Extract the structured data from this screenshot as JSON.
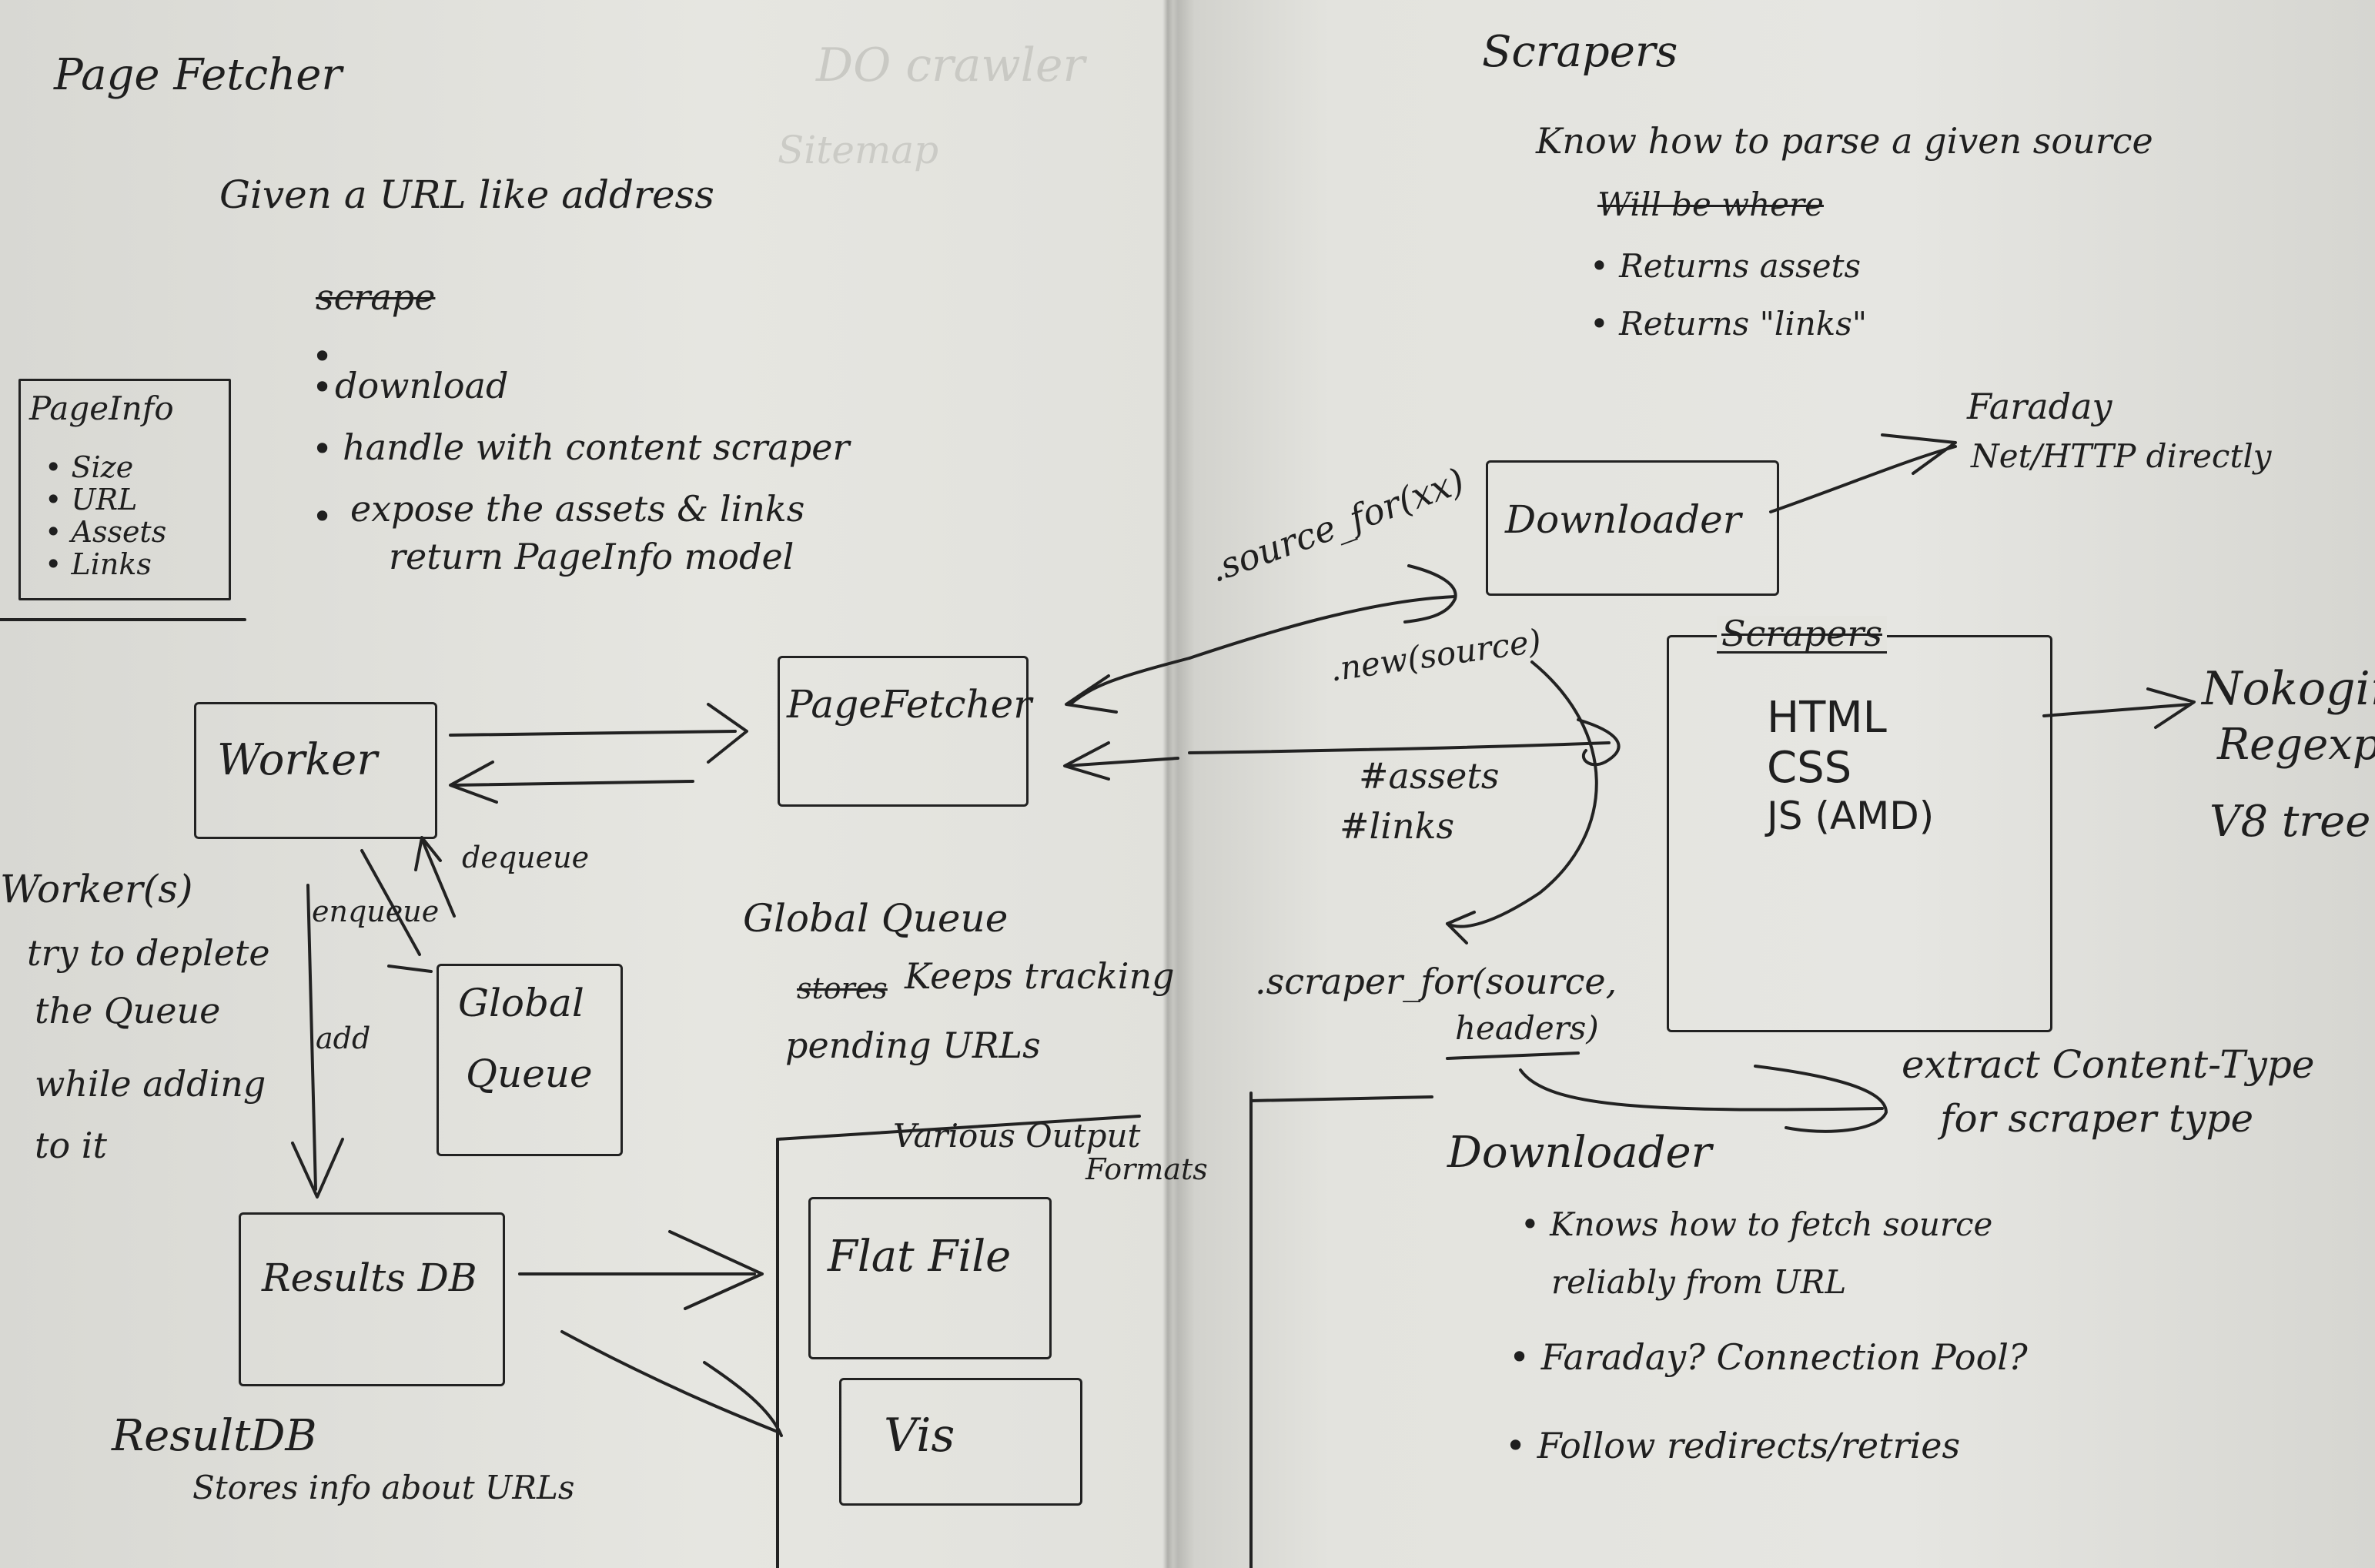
{
  "left_page": {
    "title": "Page Fetcher",
    "description": "Given a URL like address",
    "steps": [
      "scrape",
      "download",
      "handle with content scraper",
      "expose the assets & links",
      "return PageInfo model"
    ],
    "pageinfo_box": {
      "title": "PageInfo",
      "fields": [
        "Size",
        "URL",
        "Assets",
        "Links"
      ]
    },
    "nodes": {
      "worker": "Worker",
      "page_fetcher": "PageFetcher",
      "global_queue_line1": "Global",
      "global_queue_line2": "Queue",
      "results_db": "Results DB",
      "flat_file": "Flat File",
      "vis": "Vis"
    },
    "edge_labels": {
      "dequeue": "dequeue",
      "enqueue": "enqueue",
      "add": "add"
    },
    "worker_note": [
      "Worker(s)",
      "try to deplete",
      "the Queue",
      "while adding",
      "to it"
    ],
    "global_queue_note": [
      "Global Queue",
      "stores",
      "Keeps tracking",
      "pending URLs"
    ],
    "various_output": [
      "Various Output",
      "Formats"
    ],
    "results_note": [
      "ResultDB",
      "Stores info about URLs"
    ]
  },
  "right_page": {
    "title": "Scrapers",
    "description": "Know how to parse a given source",
    "struck_line": "Will be where",
    "bullets": [
      "Returns assets",
      "Returns \"links\""
    ],
    "faraday_note": [
      "Faraday",
      "Net/HTTP directly"
    ],
    "nodes": {
      "downloader": "Downloader",
      "scrapers": "Scrapers",
      "scraper_types": [
        "HTML",
        "CSS",
        "JS (AMD)"
      ]
    },
    "parsers": [
      "Nokogiri",
      "Regexp",
      "V8 tree"
    ],
    "calls": {
      "source_for": ".source_for(xx)",
      "new_source": ".new(source)",
      "assets": "#assets",
      "links": "#links",
      "scraper_for": ".scraper_for(source,",
      "headers": "headers)"
    },
    "extract_note": [
      "extract Content-Type",
      "for scraper type"
    ],
    "downloader_section": {
      "title": "Downloader",
      "bullets": [
        "Knows how to fetch source",
        "reliably from URL",
        "Faraday? Connection Pool?",
        "Follow redirects/retries"
      ]
    }
  },
  "faint_bleed": [
    "DO crawler",
    "Sitemap"
  ]
}
